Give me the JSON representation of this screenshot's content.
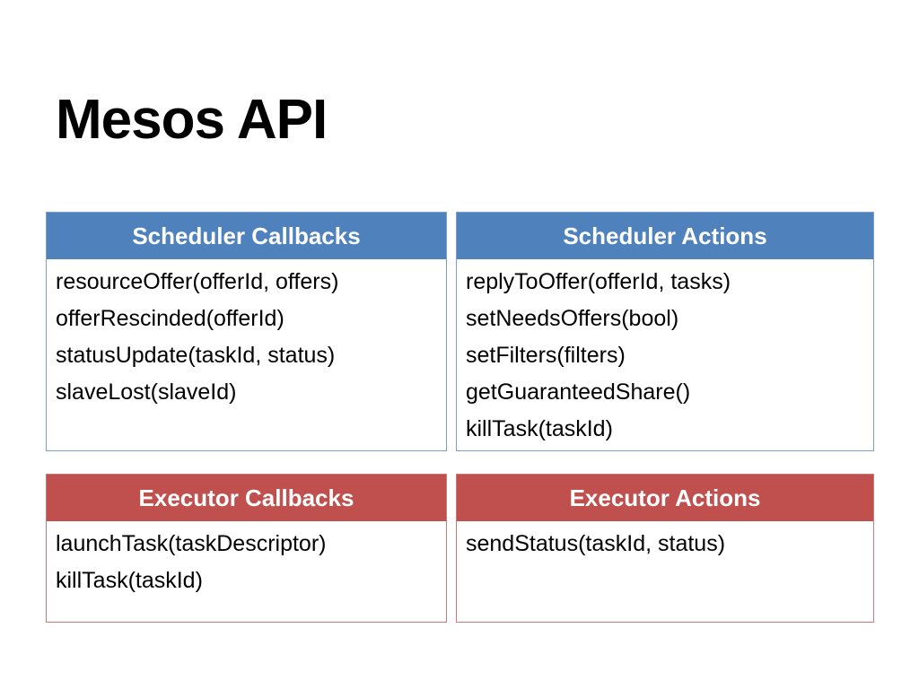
{
  "slide": {
    "title": "Mesos API"
  },
  "scheduler_callbacks": {
    "header": "Scheduler Callbacks",
    "items": [
      "resourceOffer(offerId, offers)",
      "offerRescinded(offerId)",
      "statusUpdate(taskId, status)",
      "slaveLost(slaveId)"
    ]
  },
  "scheduler_actions": {
    "header": "Scheduler Actions",
    "items": [
      "replyToOffer(offerId, tasks)",
      "setNeedsOffers(bool)",
      "setFilters(filters)",
      "getGuaranteedShare()",
      "killTask(taskId)"
    ]
  },
  "executor_callbacks": {
    "header": "Executor Callbacks",
    "items": [
      "launchTask(taskDescriptor)",
      "killTask(taskId)"
    ]
  },
  "executor_actions": {
    "header": "Executor Actions",
    "items": [
      "sendStatus(taskId, status)"
    ]
  },
  "colors": {
    "scheduler_header": "#4f81bd",
    "scheduler_border": "#7ba0d0",
    "executor_header": "#c0504d",
    "executor_border": "#c97b79"
  }
}
